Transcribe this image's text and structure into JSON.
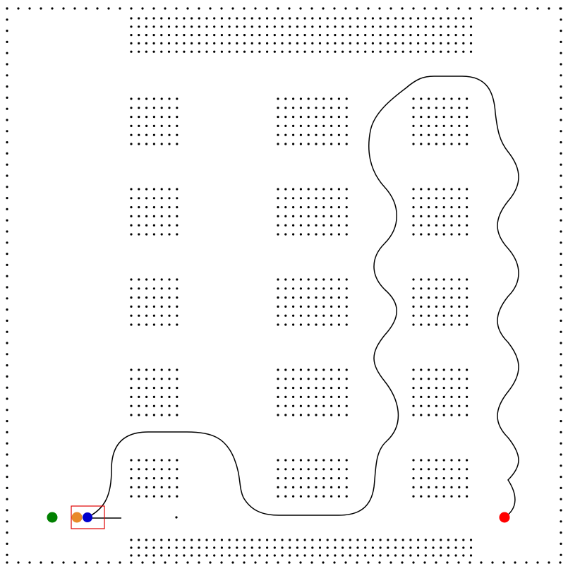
{
  "colors": {
    "background": "#ffffff",
    "obstacle_dots": "#000000",
    "path": "#000000",
    "goal": "#ff0000",
    "agent": "#0000cc",
    "previous_agent": "#e88a2a",
    "start": "#008000",
    "agent_box": "#e00000",
    "heading_line": "#000000"
  },
  "markers": {
    "start": "start-marker",
    "previous_agent": "previous-agent-marker",
    "agent": "agent-marker",
    "goal": "goal-marker"
  }
}
